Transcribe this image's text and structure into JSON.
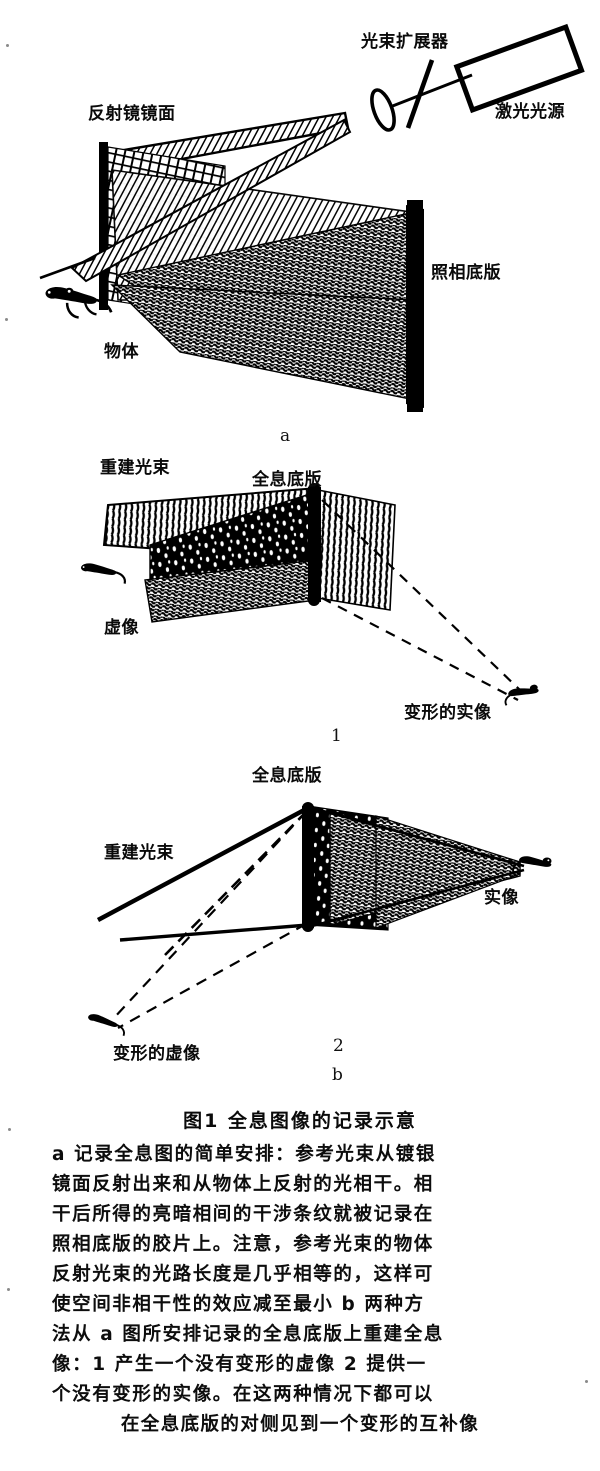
{
  "figure": {
    "panel_a": {
      "letter": "a",
      "labels": {
        "mirror_surface": "反射镜镜面",
        "beam_expander": "光束扩展器",
        "laser_source": "激光光源",
        "photographic_plate": "照相底版",
        "object": "物体"
      }
    },
    "panel_b1": {
      "letter": "1",
      "labels": {
        "reconstruction_beam": "重建光束",
        "hologram_plate": "全息底版",
        "virtual_image": "虚像",
        "distorted_real_image": "变形的实像"
      }
    },
    "panel_b2": {
      "letter": "2",
      "group_letter": "b",
      "labels": {
        "hologram_plate": "全息底版",
        "reconstruction_beam": "重建光束",
        "real_image": "实像",
        "distorted_virtual_image": "变形的虚像"
      }
    }
  },
  "caption": {
    "title": "图1  全息图像的记录示意",
    "lines": [
      "a 记录全息图的简单安排：参考光束从镀银",
      "镜面反射出来和从物体上反射的光相干。相",
      "干后所得的亮暗相间的干涉条纹就被记录在",
      "照相底版的胶片上。注意，参考光束的物体",
      "反射光束的光路长度是几乎相等的，这样可",
      "使空间非相干性的效应减至最小  b 两种方",
      "法从 a 图所安排记录的全息底版上重建全息",
      "像：1 产生一个没有变形的虚像  2 提供一",
      "个没有变形的实像。在这两种情况下都可以"
    ],
    "last_line": "在全息底版的对侧见到一个变形的互补像"
  },
  "colors": {
    "ink": "#000000",
    "paper": "#ffffff"
  }
}
